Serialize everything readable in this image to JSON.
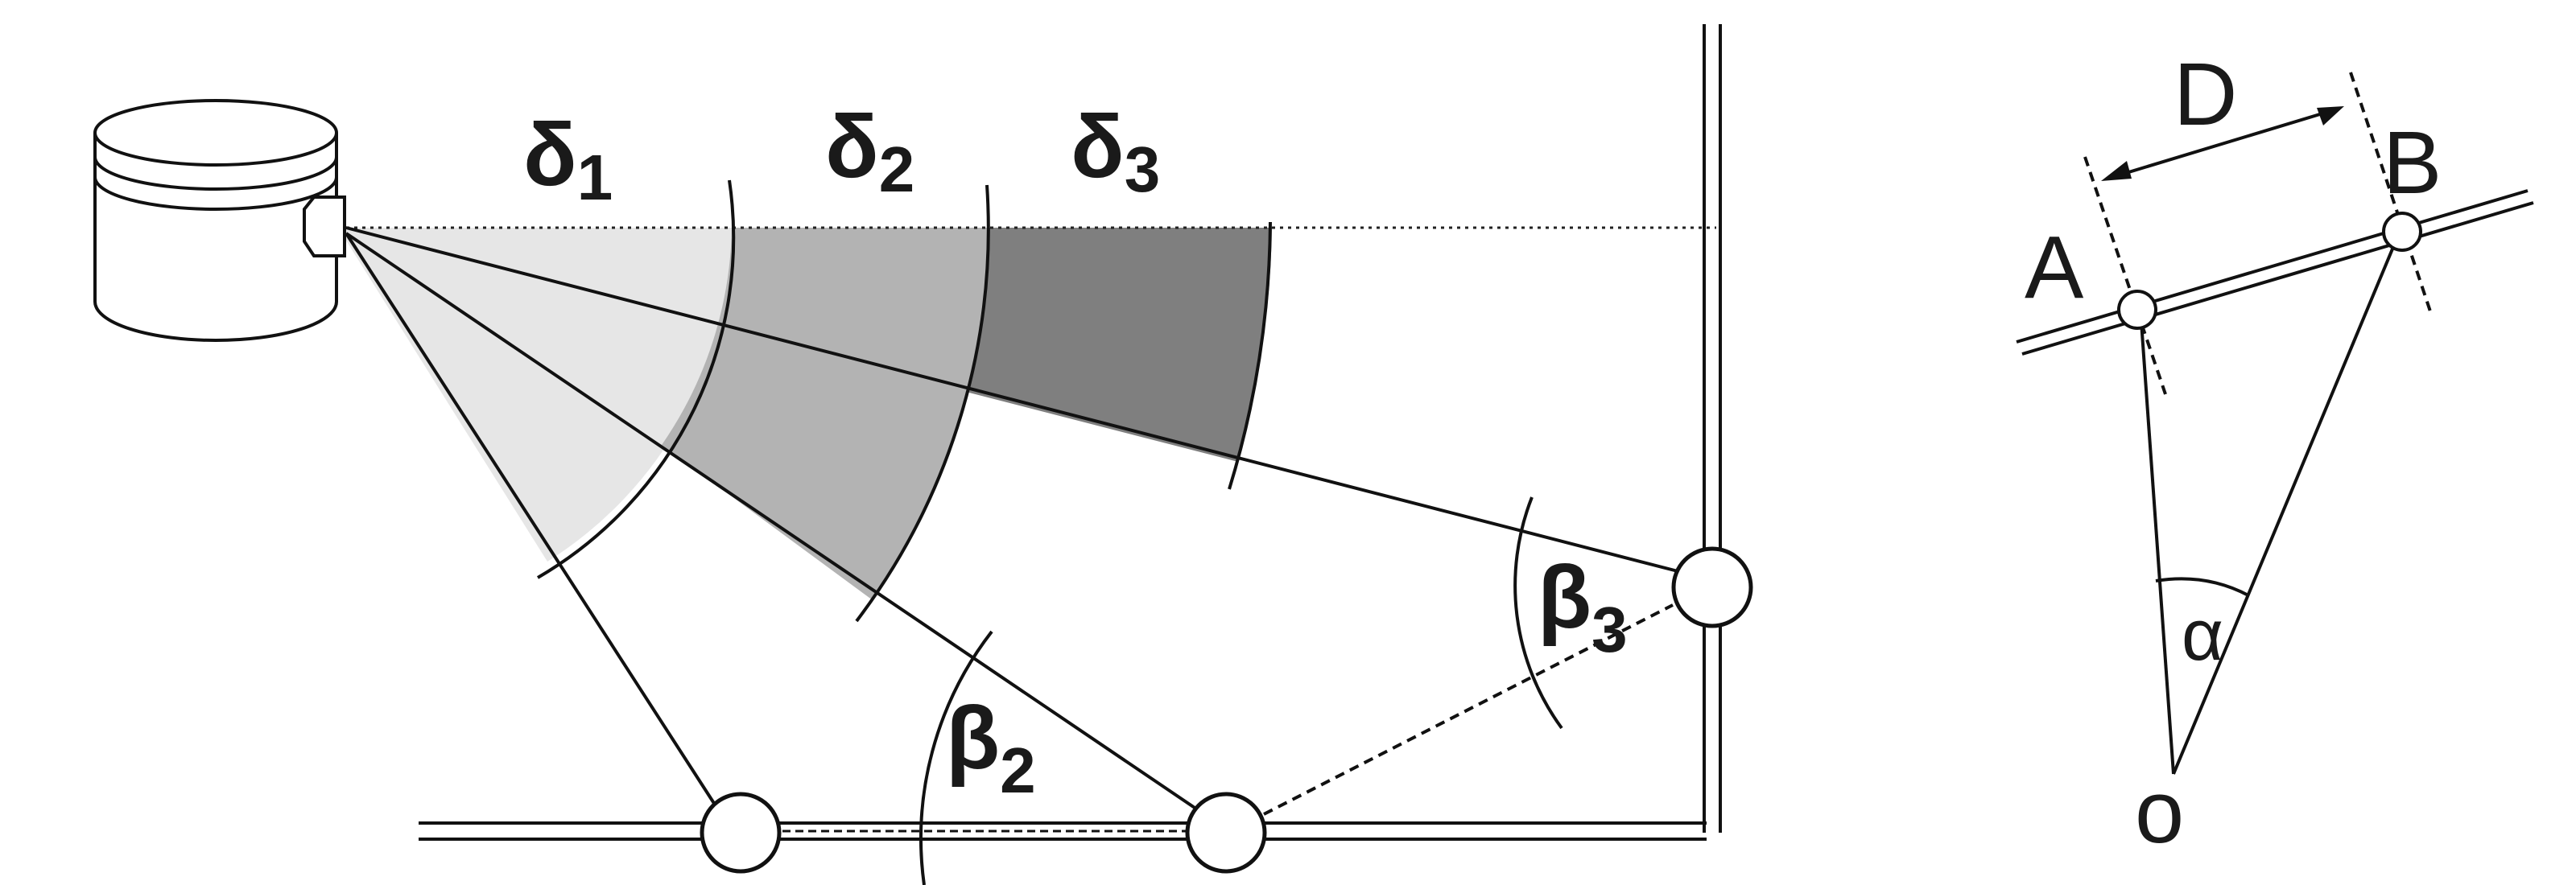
{
  "left_diagram": {
    "zone_labels": {
      "delta1": {
        "symbol": "δ",
        "sub": "1"
      },
      "delta2": {
        "symbol": "δ",
        "sub": "2"
      },
      "delta3": {
        "symbol": "δ",
        "sub": "3"
      }
    },
    "angle_labels": {
      "beta2": {
        "symbol": "β",
        "sub": "2"
      },
      "beta3": {
        "symbol": "β",
        "sub": "3"
      }
    },
    "zone_colors": {
      "zone1": "#e6e6e6",
      "zone2": "#b3b3b3",
      "zone3": "#7f7f7f"
    }
  },
  "right_diagram": {
    "distance_label": "D",
    "point_a_label": "A",
    "point_b_label": "B",
    "origin_label": "o",
    "angle_label": "α"
  }
}
